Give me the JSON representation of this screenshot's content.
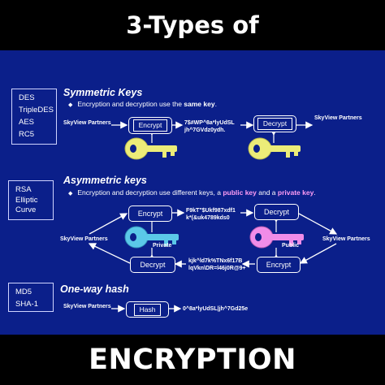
{
  "top_title": "3-Types of",
  "bottom_title": "ENCRYPTION",
  "symmetric": {
    "algorithms": [
      "DES",
      "TripleDES",
      "AES",
      "RC5"
    ],
    "title": "Symmetric Keys",
    "bullet_prefix": "Encryption and decryption use the ",
    "bullet_highlight": "same key",
    "bullet_suffix": ".",
    "sender": "SkyView Partners",
    "receiver": "SkyView Partners",
    "encrypt_label": "Encrypt",
    "decrypt_label": "Decrypt",
    "ciphertext_line1": "7$#WP^8a*lyUdSL",
    "ciphertext_line2": "jh^7GVdz0ydh."
  },
  "asymmetric": {
    "algorithms": [
      "RSA",
      "Elliptic",
      "Curve"
    ],
    "title": "Asymmetric keys",
    "bullet_prefix": "Encryption and decryption use different keys, a ",
    "bullet_highlight1": "public key",
    "bullet_mid": " and a ",
    "bullet_highlight2": "private key",
    "bullet_suffix": ".",
    "left_party": "SkyView Partners",
    "right_party": "SkyView Partners",
    "encrypt_label_top": "Encrypt",
    "decrypt_label_top": "Decrypt",
    "encrypt_label_bottom": "Encrypt",
    "decrypt_label_bottom": "Decrypt",
    "ciphertext_top_line1": "F9kT\"$Ukf987xdf1",
    "ciphertext_top_line2": "k*(&uk4789kds0",
    "ciphertext_bottom_line1": "kjk^ld7k%TNx6f17B",
    "ciphertext_bottom_line2": "lqVkn\\DR=l46j0R@9+",
    "private_label": "Private",
    "public_label": "Public"
  },
  "hash": {
    "algorithms": [
      "MD5",
      "SHA-1"
    ],
    "title": "One-way hash",
    "sender": "SkyView Partners",
    "hash_label": "Hash",
    "digest": "0^8a*lyUdSL|jh^7Gd25e"
  },
  "colors": {
    "slide_background": "#0b1f8a",
    "symmetric_key": "#ecec78",
    "private_key": "#5bc8e8",
    "public_key": "#f08ce8",
    "highlight_pink": "#ff9cf5"
  }
}
